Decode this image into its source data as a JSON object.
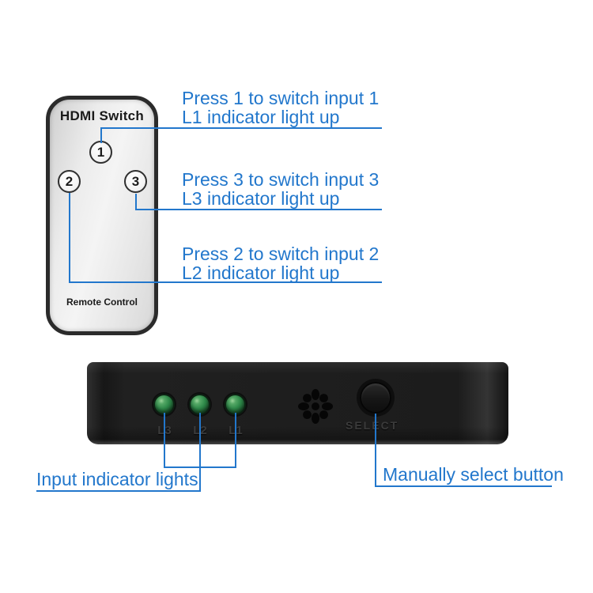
{
  "colors": {
    "annotation_blue": "#2277cc",
    "device_body": "#1c1c1c",
    "led_green": "#2f8a4a",
    "remote_body": "#ececec",
    "remote_border": "#2b2b2b"
  },
  "remote": {
    "title": "HDMI Switch",
    "footer": "Remote Control",
    "buttons": [
      {
        "label": "1"
      },
      {
        "label": "2"
      },
      {
        "label": "3"
      }
    ]
  },
  "annotations": {
    "press1": {
      "line1": "Press 1 to switch input 1",
      "line2": "L1 indicator light up"
    },
    "press3": {
      "line1": "Press 3 to switch input 3",
      "line2": "L3 indicator light up"
    },
    "press2": {
      "line1": "Press 2 to switch input 2",
      "line2": "L2 indicator light up"
    },
    "input_lights": "Input indicator lights",
    "select_button": "Manually select button"
  },
  "device": {
    "led_labels": [
      "L3",
      "L2",
      "L1"
    ],
    "select_label": "SELECT",
    "icons": [
      "ir-receiver-icon"
    ]
  }
}
